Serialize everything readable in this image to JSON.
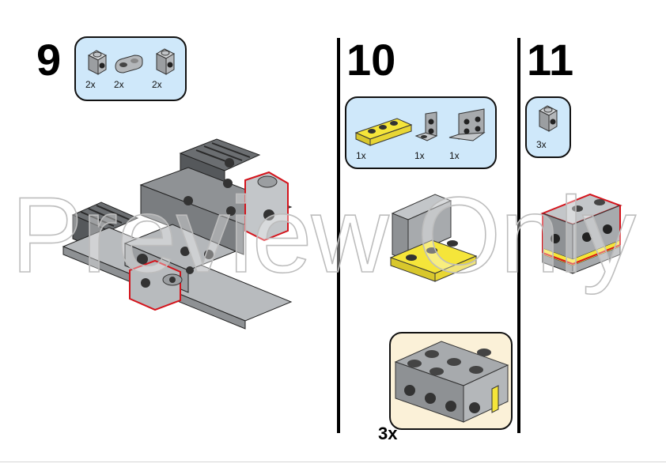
{
  "steps": [
    {
      "number": "9",
      "parts": [
        {
          "icon": "gray-1x1-brick-side-stud-icon",
          "qty": "2x"
        },
        {
          "icon": "gray-1x2-rounded-plate-hole-icon",
          "qty": "2x"
        },
        {
          "icon": "gray-1x1-brick-side-stud-icon",
          "qty": "2x"
        }
      ]
    },
    {
      "number": "10",
      "parts": [
        {
          "icon": "yellow-1x3-plate-icon",
          "qty": "1x"
        },
        {
          "icon": "gray-1x2-bracket-icon",
          "qty": "1x"
        },
        {
          "icon": "gray-2x2-bracket-icon",
          "qty": "1x"
        }
      ],
      "subassembly_multiplier": "3x"
    },
    {
      "number": "11",
      "parts": [
        {
          "icon": "gray-1x1-brick-side-stud-icon",
          "qty": "3x"
        }
      ]
    }
  ],
  "watermark": "Preview Only",
  "colors": {
    "callout_bg": "#cfe8fa",
    "subassembly_bg": "#fbf1d8",
    "brick_gray": "#a7aaad",
    "dark_gray": "#5d6063",
    "yellow": "#f5e53a",
    "red_outline": "#d4141c"
  }
}
